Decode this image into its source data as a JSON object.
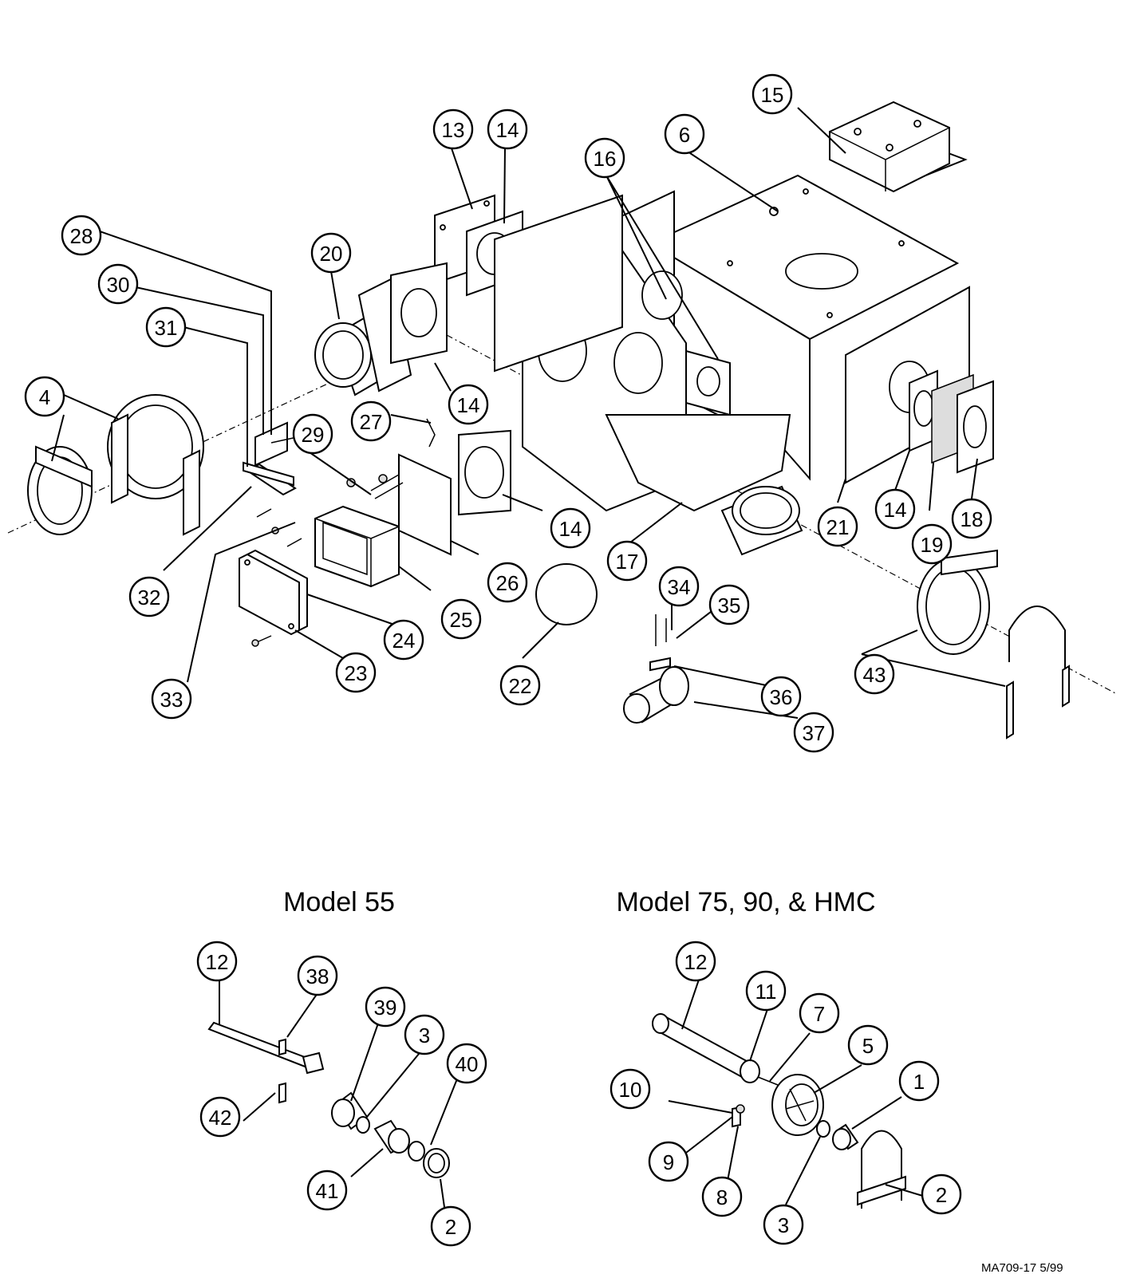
{
  "labels": {
    "model_55": "Model 55",
    "model_75": "Model 75, 90, & HMC",
    "doc_ref": "MA709-17 5/99"
  },
  "callouts": [
    {
      "id": "c15",
      "label": "15"
    },
    {
      "id": "c13",
      "label": "13"
    },
    {
      "id": "c14a",
      "label": "14"
    },
    {
      "id": "c6",
      "label": "6"
    },
    {
      "id": "c16",
      "label": "16"
    },
    {
      "id": "c28",
      "label": "28"
    },
    {
      "id": "c20",
      "label": "20"
    },
    {
      "id": "c30",
      "label": "30"
    },
    {
      "id": "c31",
      "label": "31"
    },
    {
      "id": "c4",
      "label": "4"
    },
    {
      "id": "c14b",
      "label": "14"
    },
    {
      "id": "c27",
      "label": "27"
    },
    {
      "id": "c29",
      "label": "29"
    },
    {
      "id": "c14c",
      "label": "14"
    },
    {
      "id": "c21",
      "label": "21"
    },
    {
      "id": "c14d",
      "label": "14"
    },
    {
      "id": "c18",
      "label": "18"
    },
    {
      "id": "c19",
      "label": "19"
    },
    {
      "id": "c17",
      "label": "17"
    },
    {
      "id": "c26",
      "label": "26"
    },
    {
      "id": "c32",
      "label": "32"
    },
    {
      "id": "c25",
      "label": "25"
    },
    {
      "id": "c34",
      "label": "34"
    },
    {
      "id": "c35",
      "label": "35"
    },
    {
      "id": "c24",
      "label": "24"
    },
    {
      "id": "c43",
      "label": "43"
    },
    {
      "id": "c23",
      "label": "23"
    },
    {
      "id": "c22",
      "label": "22"
    },
    {
      "id": "c36",
      "label": "36"
    },
    {
      "id": "c33",
      "label": "33"
    },
    {
      "id": "c37",
      "label": "37"
    },
    {
      "id": "m55_12",
      "label": "12"
    },
    {
      "id": "m55_38",
      "label": "38"
    },
    {
      "id": "m55_39",
      "label": "39"
    },
    {
      "id": "m55_3",
      "label": "3"
    },
    {
      "id": "m55_40",
      "label": "40"
    },
    {
      "id": "m55_42",
      "label": "42"
    },
    {
      "id": "m55_41",
      "label": "41"
    },
    {
      "id": "m55_2",
      "label": "2"
    },
    {
      "id": "m75_12",
      "label": "12"
    },
    {
      "id": "m75_11",
      "label": "11"
    },
    {
      "id": "m75_7",
      "label": "7"
    },
    {
      "id": "m75_5",
      "label": "5"
    },
    {
      "id": "m75_1",
      "label": "1"
    },
    {
      "id": "m75_10",
      "label": "10"
    },
    {
      "id": "m75_9",
      "label": "9"
    },
    {
      "id": "m75_8",
      "label": "8"
    },
    {
      "id": "m75_3",
      "label": "3"
    },
    {
      "id": "m75_2",
      "label": "2"
    }
  ]
}
